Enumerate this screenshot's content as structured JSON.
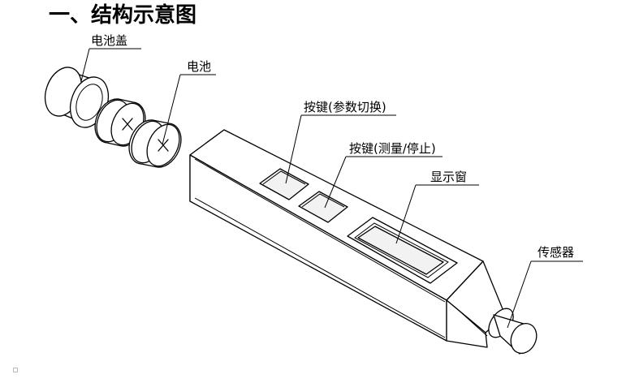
{
  "title": "一、结构示意图",
  "labels": {
    "battery_cover": "电池盖",
    "battery": "电池",
    "button_mode": "按键(参数切换)",
    "button_measure": "按键(测量/停止)",
    "display": "显示窗",
    "sensor": "传感器"
  },
  "colors": {
    "line": "#000000",
    "background": "#ffffff"
  }
}
